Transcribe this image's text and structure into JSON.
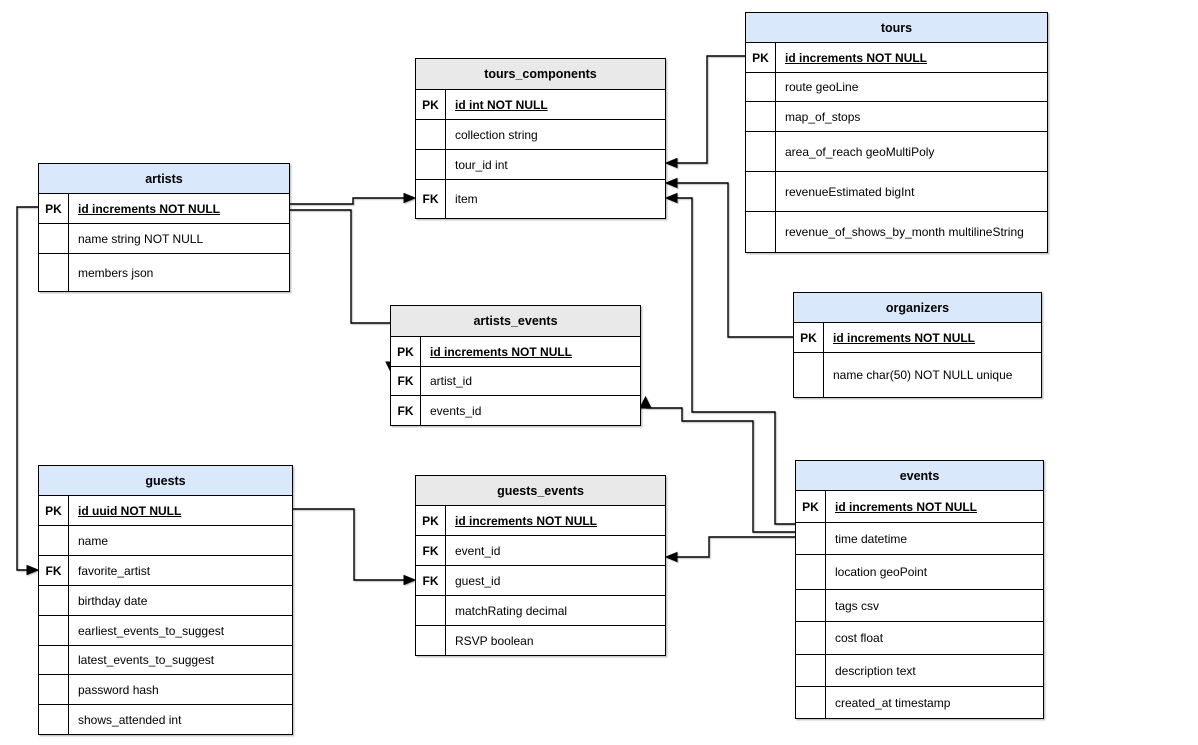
{
  "colors": {
    "header_blue": "#dae8fc",
    "header_gray": "#e9e9e9",
    "table_border": "#000000",
    "line": "#000000",
    "background": "#ffffff"
  },
  "tables": [
    {
      "name": "artists",
      "title": "artists",
      "header_style": "blue",
      "rows": [
        {
          "key": "PK",
          "text": "id increments NOT NULL",
          "pk": true
        },
        {
          "key": "",
          "text": "name string NOT NULL"
        },
        {
          "key": "",
          "text": "members json"
        }
      ]
    },
    {
      "name": "tours_components",
      "title": "tours_components",
      "header_style": "gray",
      "rows": [
        {
          "key": "PK",
          "text": "id int NOT NULL",
          "pk": true
        },
        {
          "key": "",
          "text": "collection string"
        },
        {
          "key": "",
          "text": "tour_id int"
        },
        {
          "key": "FK",
          "text": "item"
        }
      ]
    },
    {
      "name": "tours",
      "title": "tours",
      "header_style": "blue",
      "rows": [
        {
          "key": "PK",
          "text": "id increments NOT NULL",
          "pk": true
        },
        {
          "key": "",
          "text": "route geoLine"
        },
        {
          "key": "",
          "text": "map_of_stops"
        },
        {
          "key": "",
          "text": "area_of_reach geoMultiPoly"
        },
        {
          "key": "",
          "text": "revenueEstimated bigInt"
        },
        {
          "key": "",
          "text": "revenue_of_shows_by_month multilineString"
        }
      ]
    },
    {
      "name": "artists_events",
      "title": "artists_events",
      "header_style": "gray",
      "rows": [
        {
          "key": "PK",
          "text": "id increments NOT NULL",
          "pk": true
        },
        {
          "key": "FK",
          "text": "artist_id"
        },
        {
          "key": "FK",
          "text": "events_id"
        }
      ]
    },
    {
      "name": "organizers",
      "title": "organizers",
      "header_style": "blue",
      "rows": [
        {
          "key": "PK",
          "text": "id increments NOT NULL",
          "pk": true
        },
        {
          "key": "",
          "text": "name char(50) NOT NULL unique"
        }
      ]
    },
    {
      "name": "guests",
      "title": "guests",
      "header_style": "blue",
      "rows": [
        {
          "key": "PK",
          "text": "id uuid NOT NULL",
          "pk": true
        },
        {
          "key": "",
          "text": "name"
        },
        {
          "key": "FK",
          "text": "favorite_artist"
        },
        {
          "key": "",
          "text": "birthday date"
        },
        {
          "key": "",
          "text": "earliest_events_to_suggest"
        },
        {
          "key": "",
          "text": "latest_events_to_suggest"
        },
        {
          "key": "",
          "text": "password hash"
        },
        {
          "key": "",
          "text": "shows_attended int"
        }
      ]
    },
    {
      "name": "guests_events",
      "title": "guests_events",
      "header_style": "gray",
      "rows": [
        {
          "key": "PK",
          "text": "id increments NOT NULL",
          "pk": true
        },
        {
          "key": "FK",
          "text": "event_id"
        },
        {
          "key": "FK",
          "text": "guest_id"
        },
        {
          "key": "",
          "text": "matchRating decimal"
        },
        {
          "key": "",
          "text": "RSVP boolean"
        }
      ]
    },
    {
      "name": "events",
      "title": "events",
      "header_style": "blue",
      "rows": [
        {
          "key": "PK",
          "text": "id increments NOT NULL",
          "pk": true
        },
        {
          "key": "",
          "text": "time datetime"
        },
        {
          "key": "",
          "text": "location geoPoint"
        },
        {
          "key": "",
          "text": "tags csv"
        },
        {
          "key": "",
          "text": "cost float"
        },
        {
          "key": "",
          "text": "description text"
        },
        {
          "key": "",
          "text": "created_at timestamp"
        }
      ]
    }
  ],
  "relationships": [
    {
      "from": "tours.id",
      "to": "tours_components.tour_id"
    },
    {
      "from": "artists.id",
      "to": "tours_components.item"
    },
    {
      "from": "artists.id",
      "to": "artists_events.artist_id"
    },
    {
      "from": "organizers.id",
      "to": "tours_components.item"
    },
    {
      "from": "events.id",
      "to": "tours_components.item"
    },
    {
      "from": "events.id",
      "to": "artists_events.events_id"
    },
    {
      "from": "events.id",
      "to": "guests_events.event_id"
    },
    {
      "from": "artists.id",
      "to": "guests.favorite_artist"
    },
    {
      "from": "guests.id",
      "to": "guests_events.guest_id"
    }
  ]
}
